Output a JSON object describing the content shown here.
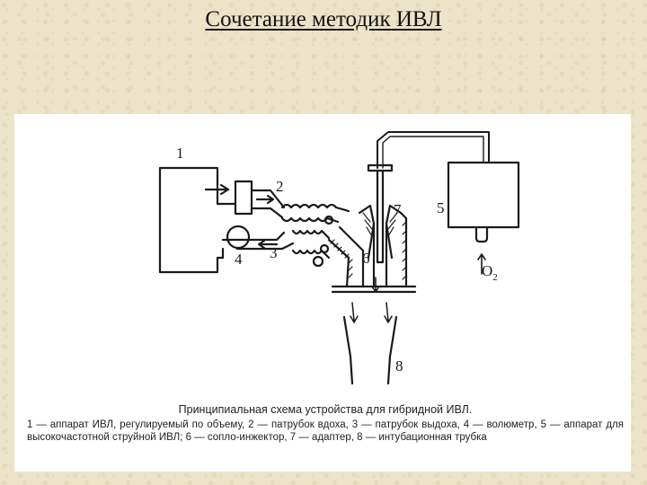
{
  "title": "Сочетание методик ИВЛ",
  "diagram": {
    "labels": {
      "n1": "1",
      "n2": "2",
      "n3": "3",
      "n4": "4",
      "n5": "5",
      "n6": "6",
      "n7": "7",
      "n8": "8",
      "o2": "O",
      "o2_sub": "2"
    }
  },
  "caption": {
    "title": "Принципиальная схема устройства для гибридной ИВЛ.",
    "body": "1 — аппарат ИВЛ, регулируемый по объему, 2 — патрубок вдоха, 3 — патрубок выдоха, 4 — волюметр, 5 — аппарат для высокочастотной струйной ИВЛ; 6 — сопло-инжектор, 7 — адаптер, 8 — интубационная трубка"
  }
}
